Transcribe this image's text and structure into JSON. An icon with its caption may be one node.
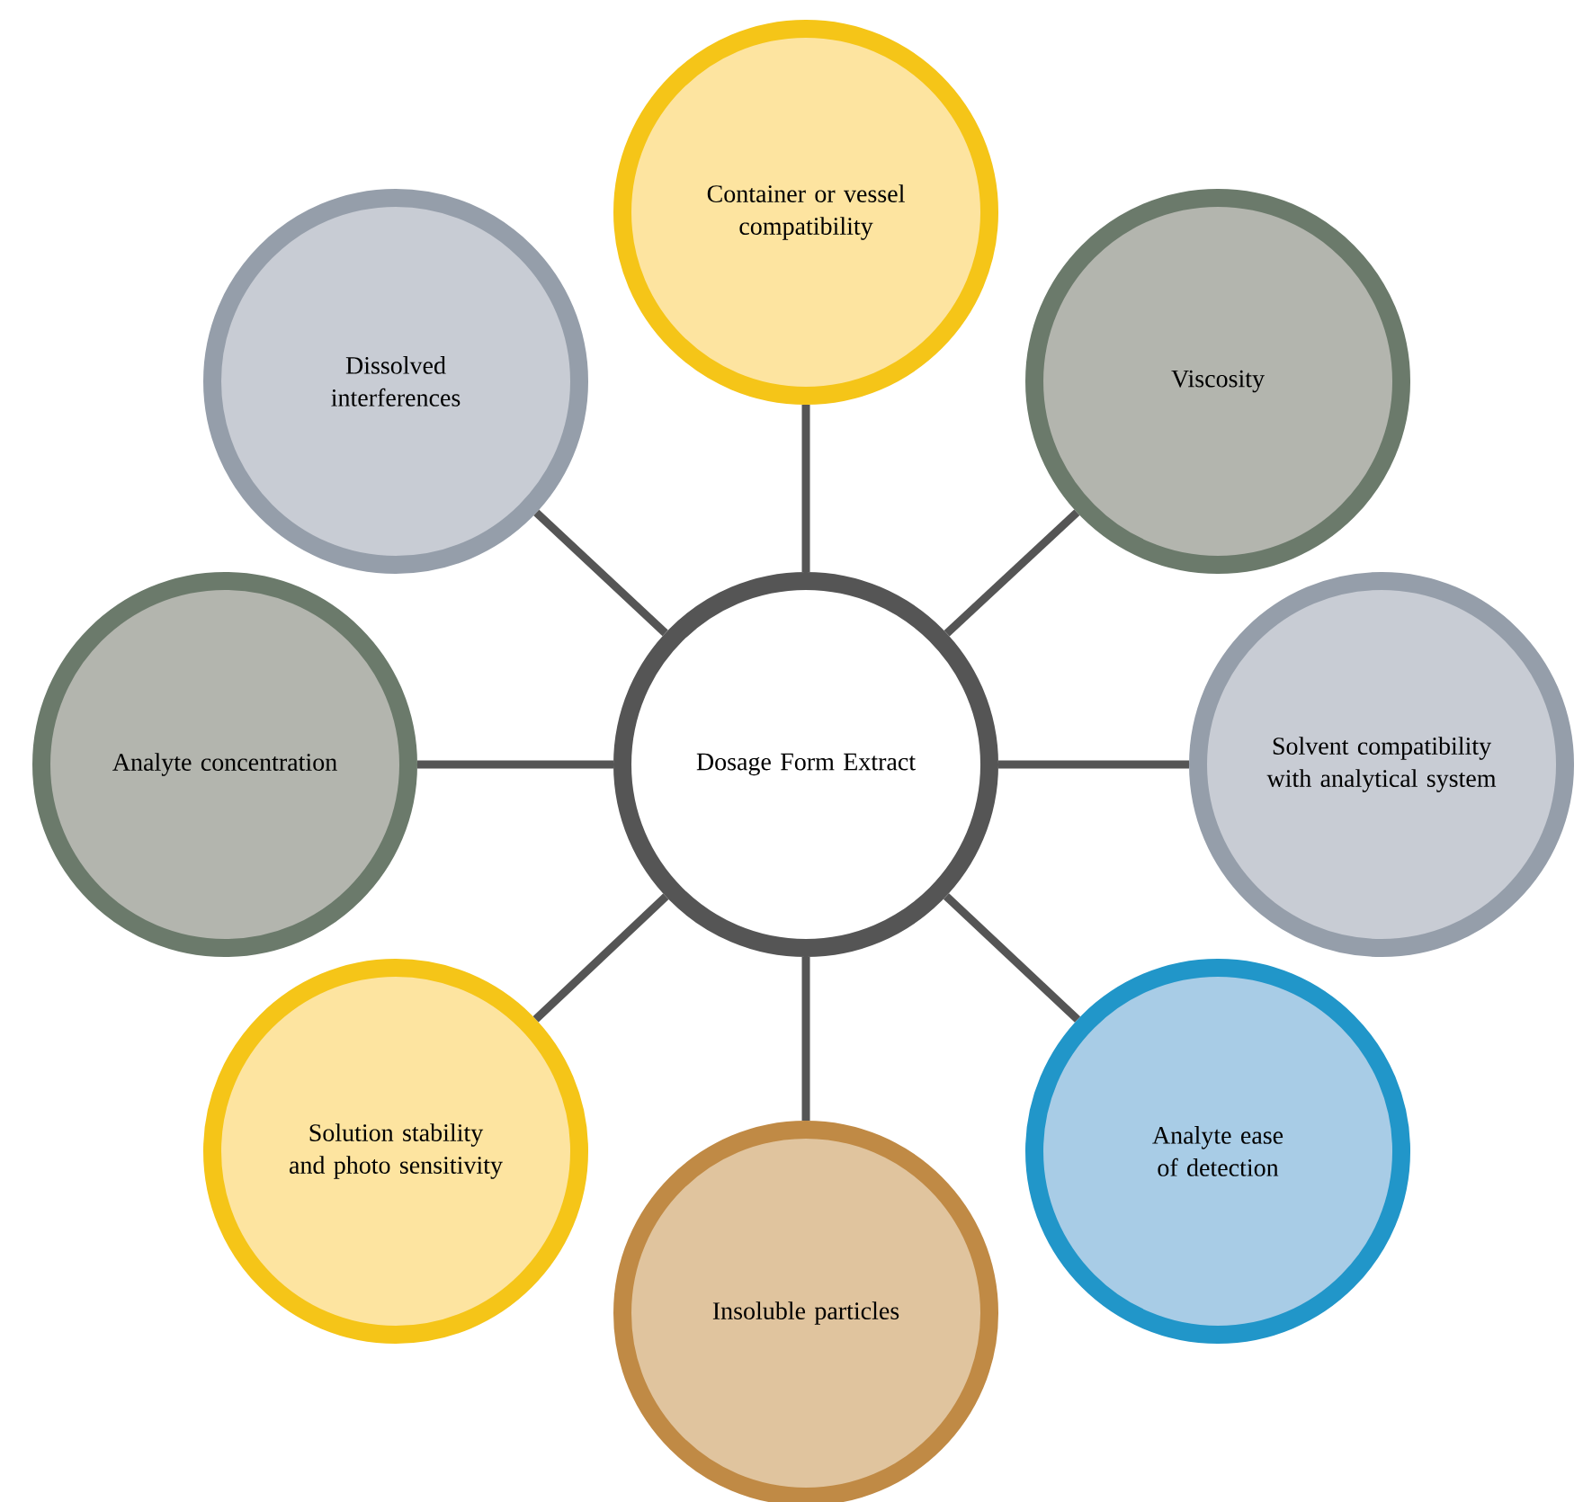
{
  "diagram": {
    "nodes": [
      {
        "text": [
          "Dosage Form Extract"
        ]
      },
      {
        "text": [
          "Container or vessel compatibility"
        ]
      },
      {
        "text": [
          "Viscosity"
        ]
      },
      {
        "text": [
          "Solvent compatibility with analytical system"
        ]
      },
      {
        "text": [
          "Analyte ease of detection"
        ]
      },
      {
        "text": [
          "Insoluble particles"
        ]
      },
      {
        "text": [
          "Solution stability and photo sensitivity"
        ]
      },
      {
        "text": [
          "Analyte concentration"
        ]
      },
      {
        "text": [
          "Dissolved interferences"
        ]
      }
    ],
    "edges": [
      {
        "from": 0,
        "to": 1,
        "arrow": "none"
      },
      {
        "from": 0,
        "to": 2,
        "arrow": "none"
      },
      {
        "from": 0,
        "to": 3,
        "arrow": "none"
      },
      {
        "from": 0,
        "to": 4,
        "arrow": "none"
      },
      {
        "from": 0,
        "to": 5,
        "arrow": "none"
      },
      {
        "from": 0,
        "to": 6,
        "arrow": "none"
      },
      {
        "from": 0,
        "to": 7,
        "arrow": "none"
      },
      {
        "from": 0,
        "to": 8,
        "arrow": "none"
      }
    ]
  }
}
